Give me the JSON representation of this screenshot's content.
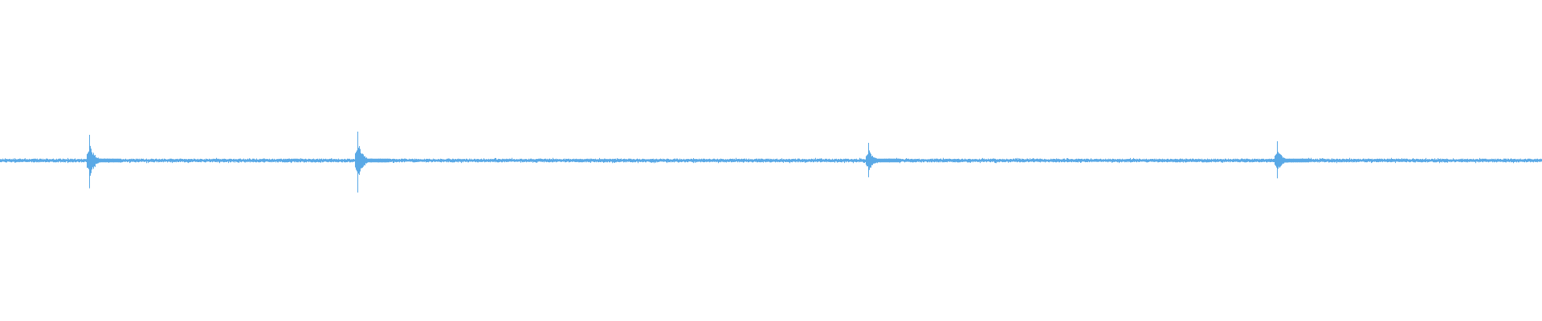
{
  "waveform": {
    "color": "#5aa9e6",
    "background": "#ffffff",
    "baseline_amplitude": 0.075,
    "transients": [
      {
        "position": 0.058,
        "amplitude_up": 0.16,
        "amplitude_down": 0.19
      },
      {
        "position": 0.232,
        "amplitude_up": 0.18,
        "amplitude_down": 0.21
      },
      {
        "position": 0.563,
        "amplitude_up": 0.11,
        "amplitude_down": 0.12
      },
      {
        "position": 0.828,
        "amplitude_up": 0.12,
        "amplitude_down": 0.13
      }
    ]
  }
}
